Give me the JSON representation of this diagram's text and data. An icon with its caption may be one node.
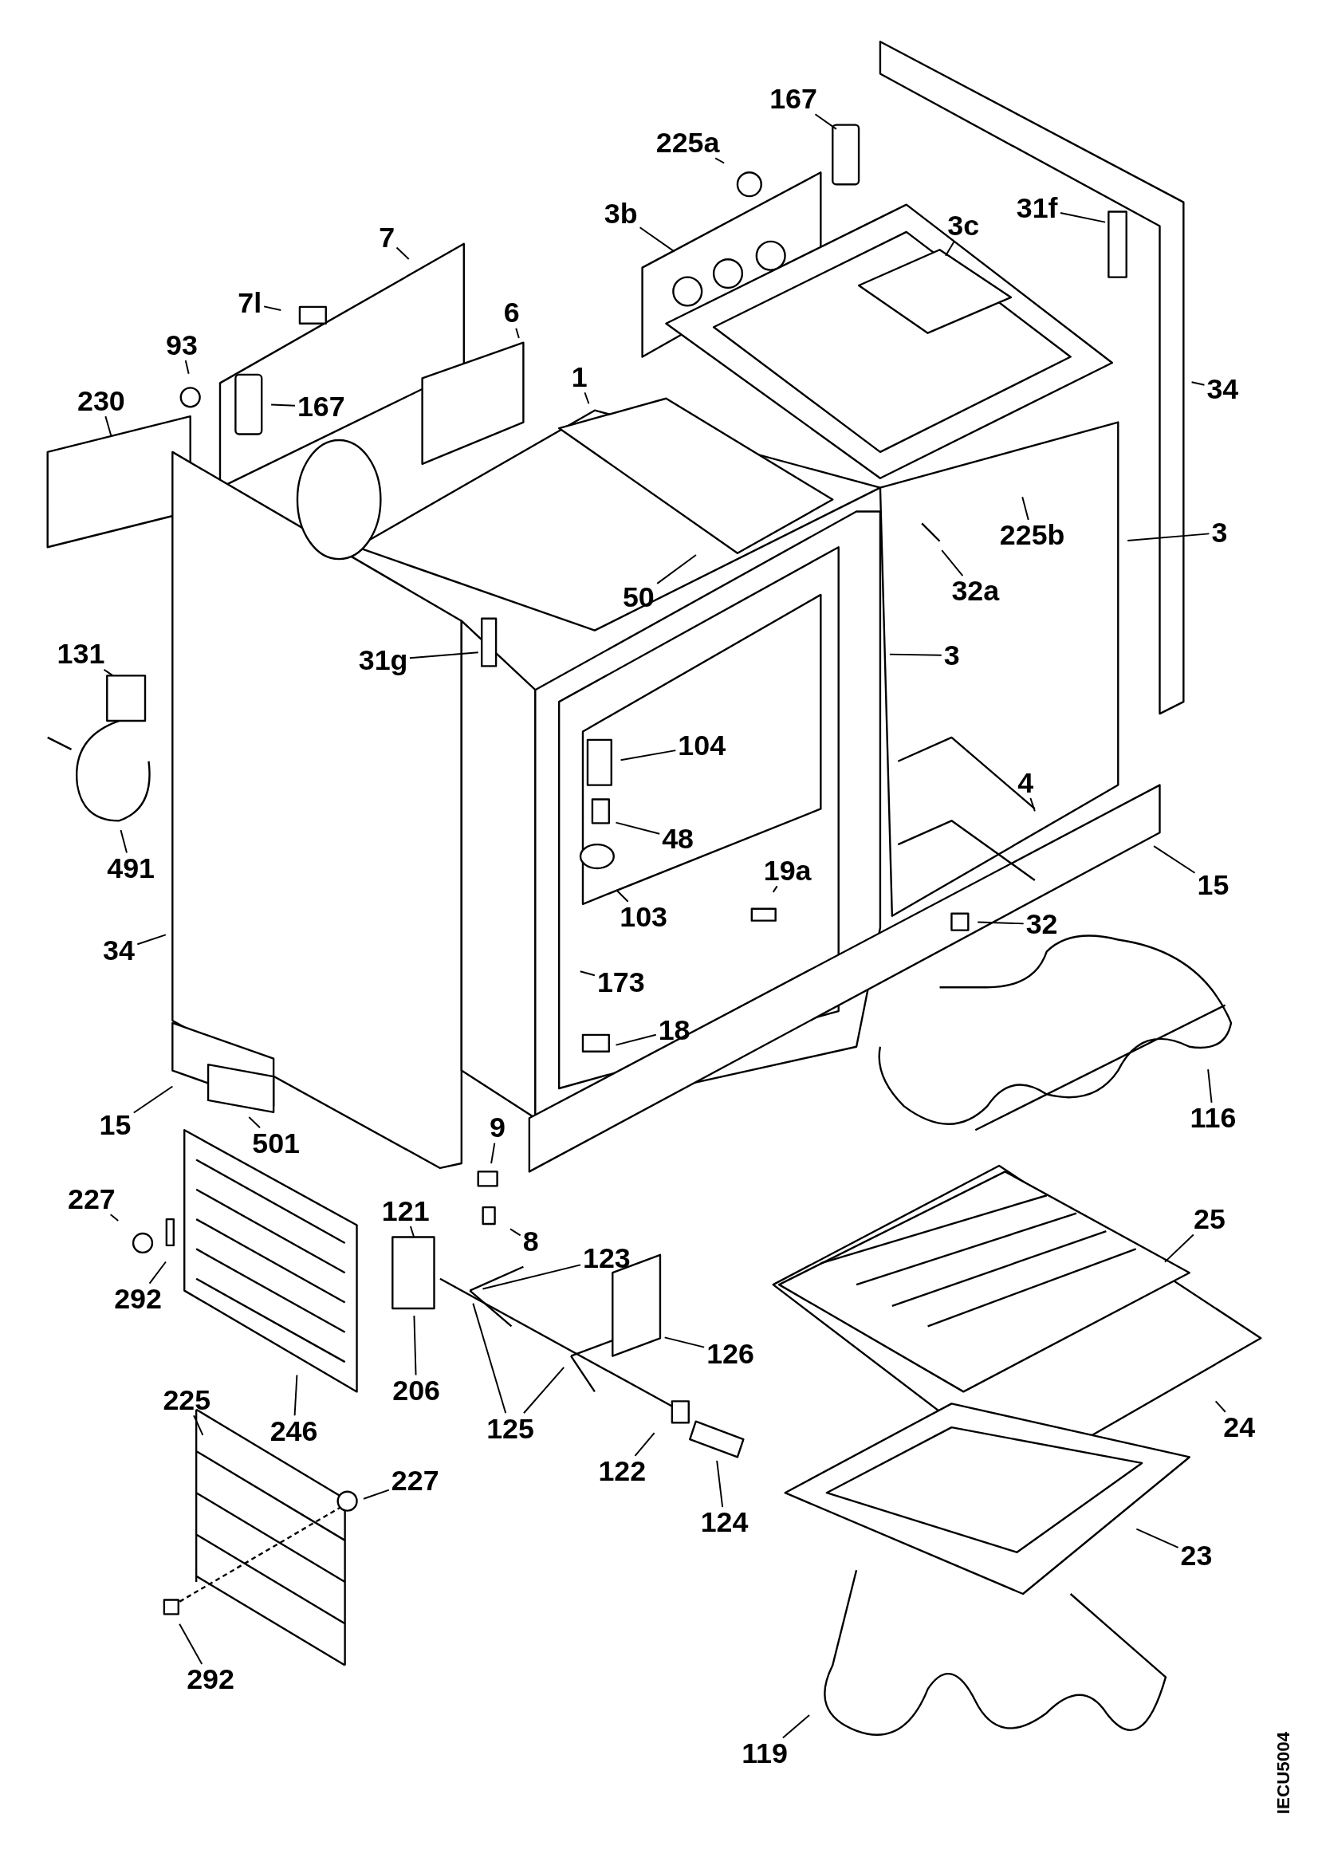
{
  "diagram": {
    "nodes": [
      {
        "text": [
          "167"
        ]
      },
      {
        "text": [
          "225a"
        ]
      },
      {
        "text": [
          "31f"
        ]
      },
      {
        "text": [
          "3b"
        ]
      },
      {
        "text": [
          "3c"
        ]
      },
      {
        "text": [
          "7"
        ]
      },
      {
        "text": [
          "7l"
        ]
      },
      {
        "text": [
          "6"
        ]
      },
      {
        "text": [
          "93"
        ]
      },
      {
        "text": [
          "1"
        ]
      },
      {
        "text": [
          "34"
        ]
      },
      {
        "text": [
          "230"
        ]
      },
      {
        "text": [
          "167"
        ]
      },
      {
        "text": [
          "3"
        ]
      },
      {
        "text": [
          "225b"
        ]
      },
      {
        "text": [
          "32a"
        ]
      },
      {
        "text": [
          "50"
        ]
      },
      {
        "text": [
          "131"
        ]
      },
      {
        "text": [
          "3"
        ]
      },
      {
        "text": [
          "31g"
        ]
      },
      {
        "text": [
          "104"
        ]
      },
      {
        "text": [
          "4"
        ]
      },
      {
        "text": [
          "48"
        ]
      },
      {
        "text": [
          "491"
        ]
      },
      {
        "text": [
          "19a"
        ]
      },
      {
        "text": [
          "15"
        ]
      },
      {
        "text": [
          "103"
        ]
      },
      {
        "text": [
          "32"
        ]
      },
      {
        "text": [
          "34"
        ]
      },
      {
        "text": [
          "173"
        ]
      },
      {
        "text": [
          "18"
        ]
      },
      {
        "text": [
          "116"
        ]
      },
      {
        "text": [
          "15"
        ]
      },
      {
        "text": [
          "9"
        ]
      },
      {
        "text": [
          "501"
        ]
      },
      {
        "text": [
          "227"
        ]
      },
      {
        "text": [
          "121"
        ]
      },
      {
        "text": [
          "25"
        ]
      },
      {
        "text": [
          "8"
        ]
      },
      {
        "text": [
          "123"
        ]
      },
      {
        "text": [
          "292"
        ]
      },
      {
        "text": [
          "126"
        ]
      },
      {
        "text": [
          "206"
        ]
      },
      {
        "text": [
          "225"
        ]
      },
      {
        "text": [
          "24"
        ]
      },
      {
        "text": [
          "125"
        ]
      },
      {
        "text": [
          "246"
        ]
      },
      {
        "text": [
          "122"
        ]
      },
      {
        "text": [
          "227"
        ]
      },
      {
        "text": [
          "124"
        ]
      },
      {
        "text": [
          "23"
        ]
      },
      {
        "text": [
          "292"
        ]
      },
      {
        "text": [
          "119"
        ]
      }
    ],
    "edges": [
      {
        "from": 0,
        "to": null,
        "arrow": "none"
      },
      {
        "from": 1,
        "to": null,
        "arrow": "none"
      },
      {
        "from": 2,
        "to": null,
        "arrow": "none"
      },
      {
        "from": 3,
        "to": null,
        "arrow": "none"
      },
      {
        "from": 4,
        "to": null,
        "arrow": "none"
      },
      {
        "from": 5,
        "to": null,
        "arrow": "none"
      },
      {
        "from": 6,
        "to": null,
        "arrow": "none"
      },
      {
        "from": 7,
        "to": null,
        "arrow": "none"
      },
      {
        "from": 8,
        "to": null,
        "arrow": "none"
      },
      {
        "from": 9,
        "to": null,
        "arrow": "none"
      },
      {
        "from": 10,
        "to": null,
        "arrow": "none"
      },
      {
        "from": 11,
        "to": null,
        "arrow": "none"
      },
      {
        "from": 12,
        "to": null,
        "arrow": "none"
      },
      {
        "from": 13,
        "to": null,
        "arrow": "none"
      },
      {
        "from": 14,
        "to": null,
        "arrow": "none"
      },
      {
        "from": 15,
        "to": null,
        "arrow": "none"
      },
      {
        "from": 16,
        "to": null,
        "arrow": "none"
      },
      {
        "from": 17,
        "to": null,
        "arrow": "none"
      },
      {
        "from": 18,
        "to": null,
        "arrow": "none"
      },
      {
        "from": 19,
        "to": null,
        "arrow": "none"
      },
      {
        "from": 20,
        "to": null,
        "arrow": "none"
      },
      {
        "from": 21,
        "to": null,
        "arrow": "none"
      },
      {
        "from": 22,
        "to": null,
        "arrow": "none"
      },
      {
        "from": 23,
        "to": null,
        "arrow": "none"
      },
      {
        "from": 24,
        "to": null,
        "arrow": "none"
      },
      {
        "from": 25,
        "to": null,
        "arrow": "none"
      },
      {
        "from": 26,
        "to": null,
        "arrow": "none"
      },
      {
        "from": 27,
        "to": null,
        "arrow": "none"
      },
      {
        "from": 28,
        "to": null,
        "arrow": "none"
      },
      {
        "from": 29,
        "to": null,
        "arrow": "none"
      },
      {
        "from": 30,
        "to": null,
        "arrow": "none"
      },
      {
        "from": 31,
        "to": null,
        "arrow": "none"
      },
      {
        "from": 32,
        "to": null,
        "arrow": "none"
      },
      {
        "from": 33,
        "to": null,
        "arrow": "none"
      },
      {
        "from": 34,
        "to": null,
        "arrow": "none"
      },
      {
        "from": 35,
        "to": null,
        "arrow": "none"
      },
      {
        "from": 36,
        "to": null,
        "arrow": "none"
      },
      {
        "from": 37,
        "to": null,
        "arrow": "none"
      },
      {
        "from": 38,
        "to": null,
        "arrow": "none"
      },
      {
        "from": 39,
        "to": null,
        "arrow": "none"
      },
      {
        "from": 40,
        "to": null,
        "arrow": "none"
      },
      {
        "from": 41,
        "to": null,
        "arrow": "none"
      },
      {
        "from": 42,
        "to": null,
        "arrow": "none"
      },
      {
        "from": 43,
        "to": null,
        "arrow": "none"
      },
      {
        "from": 44,
        "to": null,
        "arrow": "none"
      },
      {
        "from": 45,
        "to": null,
        "arrow": "none"
      },
      {
        "from": 45,
        "to": null,
        "arrow": "none"
      },
      {
        "from": 46,
        "to": null,
        "arrow": "none"
      },
      {
        "from": 47,
        "to": null,
        "arrow": "none"
      },
      {
        "from": 48,
        "to": null,
        "arrow": "none"
      },
      {
        "from": 49,
        "to": null,
        "arrow": "none"
      },
      {
        "from": 50,
        "to": null,
        "arrow": "none"
      },
      {
        "from": 51,
        "to": null,
        "arrow": "none"
      },
      {
        "from": 52,
        "to": null,
        "arrow": "none"
      }
    ],
    "labels": [
      "IECU5004"
    ]
  }
}
